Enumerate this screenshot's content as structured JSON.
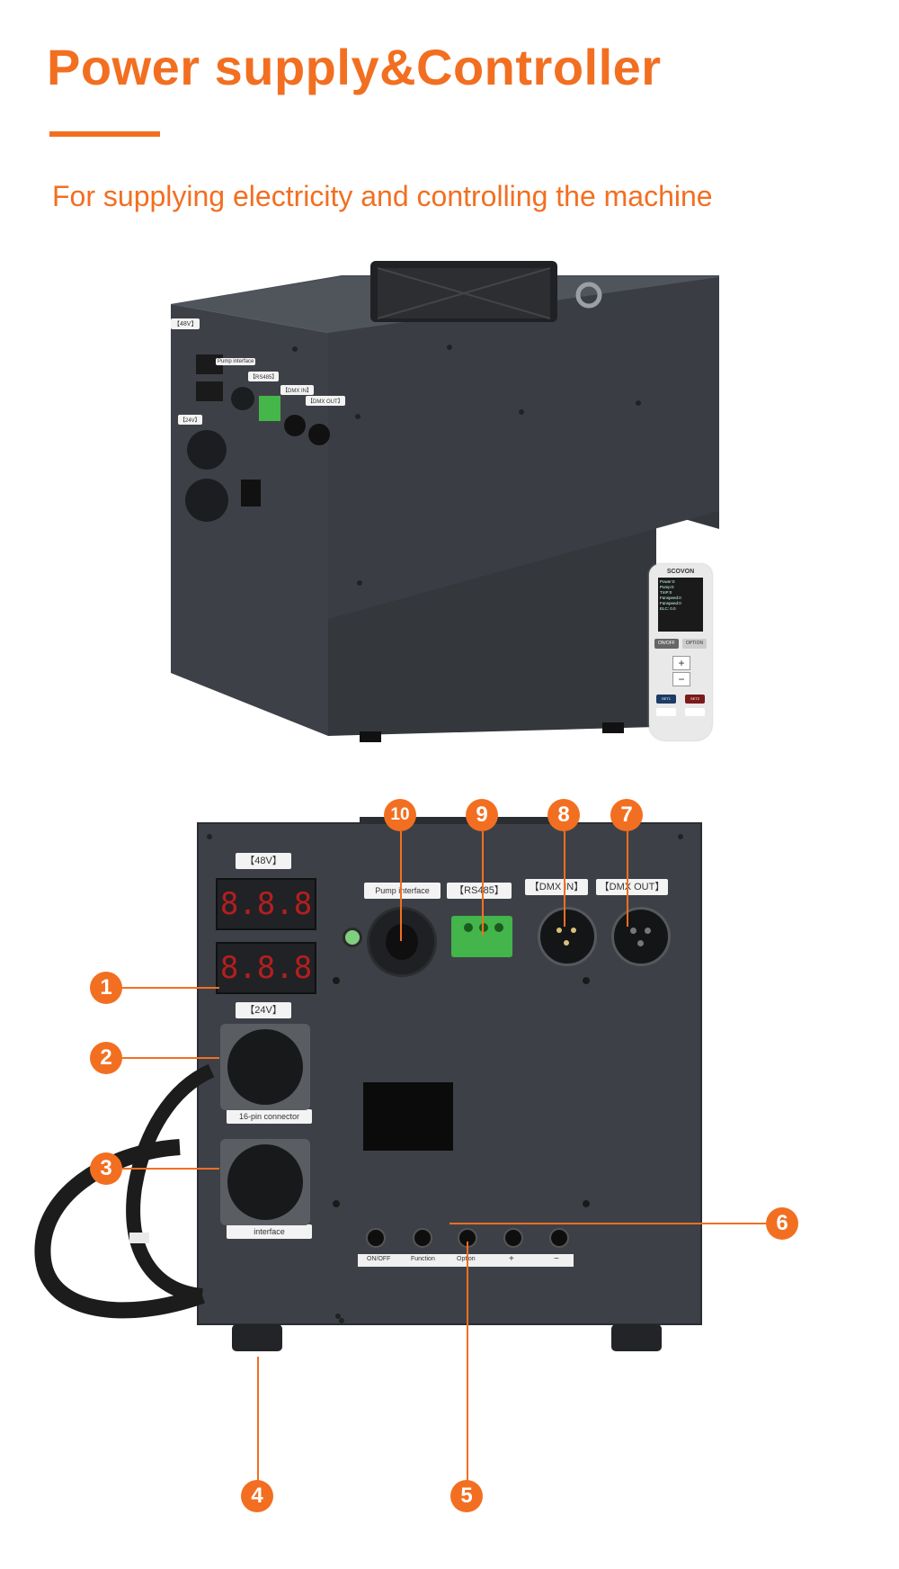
{
  "header": {
    "title": "Power supply&Controller",
    "subtitle": "For supplying electricity and controlling the machine"
  },
  "colors": {
    "accent": "#f26f21",
    "panel": "#3d4147",
    "panel_dark": "#2a2d31"
  },
  "top_photo": {
    "labels": {
      "v48": "【48V】",
      "v24": "【24V】",
      "pump": "Pump interface",
      "rs485": "【RS485】",
      "dmx_in": "【DMX IN】",
      "dmx_out": "【DMX OUT】"
    },
    "remote": {
      "brand": "SCOVON",
      "menu": [
        "Power:0",
        "Pump:0",
        "TmP:0",
        "Fanspeed:0",
        "Fanspeed:0",
        "ELC: 0.0"
      ],
      "on_off": "ON/OFF",
      "option": "OPTION",
      "plus": "+",
      "minus": "−",
      "set_left": "SET1",
      "set_right": "SET2"
    }
  },
  "front_panel": {
    "labels": {
      "v48": "【48V】",
      "v24": "【24V】",
      "pump": "Pump interface",
      "rs485": "【RS485】",
      "dmx_in": "【DMX IN】",
      "dmx_out": "【DMX OUT】",
      "connector16": "16-pin connector",
      "interface": "interface"
    },
    "display1": "8.8.8",
    "display2": "8.8.8",
    "buttons": [
      "ON/OFF",
      "Function",
      "Option",
      "+",
      "−"
    ],
    "callouts": [
      "1",
      "2",
      "3",
      "4",
      "5",
      "6",
      "7",
      "8",
      "9",
      "10"
    ]
  }
}
